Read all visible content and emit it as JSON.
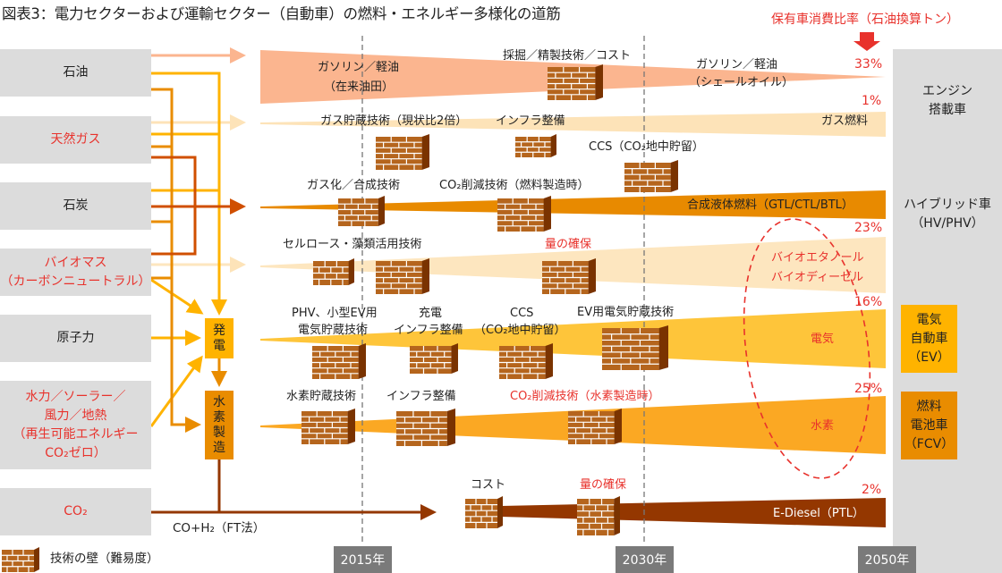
{
  "title": "図表3：電力セクターおよび運輸セクター（自動車）の燃料・エネルギー多様化の道筋",
  "header_note": "保有車消費比率（石油換算トン）",
  "colors": {
    "oil": "#fbb58f",
    "gas": "#fde3b8",
    "liquid": "#e88a00",
    "bio": "#fde6bf",
    "electric": "#fec53a",
    "hydrogen": "#fba823",
    "ediesel": "#943700",
    "accent_red": "#e8322c",
    "source_bg": "#dcdcdc",
    "gen_box": "#ffb300",
    "h2_box": "#e98c00"
  },
  "sources": [
    {
      "label": "石油",
      "red": false
    },
    {
      "label": "天然ガス",
      "red": true
    },
    {
      "label": "石炭",
      "red": false
    },
    {
      "label": "バイオマス\n（カーボンニュートラル）",
      "red": true
    },
    {
      "label": "原子力",
      "red": false
    },
    {
      "label": "水力／ソーラー／\n風力／地熱\n（再生可能エネルギー\nCO₂ゼロ）",
      "red": true
    },
    {
      "label": "CO₂",
      "red": true
    }
  ],
  "process_boxes": {
    "power_generation": "発\n電",
    "hydrogen_production": "水\n素\n製\n造"
  },
  "ft_label": "CO+H₂（FT法）",
  "pathways": [
    {
      "name": "ガソリン／軽油（在来油田）",
      "share_2050": "33%"
    },
    {
      "name": "ガス燃料",
      "share_2050": "1%"
    },
    {
      "name": "合成液体燃料（GTL/CTL/BTL）",
      "share_2050": ""
    },
    {
      "name": "バイオエタノール／バイオディーゼル",
      "share_2050": "23%"
    },
    {
      "name": "電気",
      "share_2050": "16%"
    },
    {
      "name": "水素",
      "share_2050": "25%"
    },
    {
      "name": "E-Diesel（PTL）",
      "share_2050": "2%"
    }
  ],
  "labels": {
    "oil_band_1": "ガソリン／軽油",
    "oil_band_2": "（在来油田）",
    "oil_wall": "採掘／精製技術／コスト",
    "shale_1": "ガソリン／軽油",
    "shale_2": "（シェールオイル）",
    "gas_wall": "ガス貯蔵技術（現状比2倍）",
    "gas_infra": "インフラ整備",
    "gas_fuel": "ガス燃料",
    "ccs1": "CCS（CO₂地中貯留）",
    "gasify": "ガス化／合成技術",
    "co2_fuel": "CO₂削減技術（燃料製造時）",
    "liquid_fuel": "合成液体燃料（GTL/CTL/BTL）",
    "cellulose": "セルロース・藻類活用技術",
    "bio_qty": "量の確保",
    "bio_name_1": "バイオエタノール",
    "bio_name_2": "バイオディーゼル",
    "phv_1": "PHV、小型EV用",
    "phv_2": "電気貯蔵技術",
    "charge_1": "充電",
    "charge_2": "インフラ整備",
    "ccs2_1": "CCS",
    "ccs2_2": "（CO₂地中貯留）",
    "ev_storage": "EV用電気貯蔵技術",
    "electric": "電気",
    "h2_storage": "水素貯蔵技術",
    "h2_infra": "インフラ整備",
    "h2_co2": "CO₂削減技術（水素製造時）",
    "hydrogen": "水素",
    "cost": "コスト",
    "ed_qty": "量の確保",
    "ediesel": "E-Diesel（PTL）"
  },
  "vehicles": {
    "engine": "エンジン\n搭載車",
    "hybrid": "ハイブリッド車\n（HV/PHV）",
    "ev": "電気\n自動車\n（EV）",
    "fcv": "燃料\n電池車\n（FCV）"
  },
  "years": [
    "2015年",
    "2030年",
    "2050年"
  ],
  "legend": {
    "wall": "技術の壁（難易度）"
  }
}
